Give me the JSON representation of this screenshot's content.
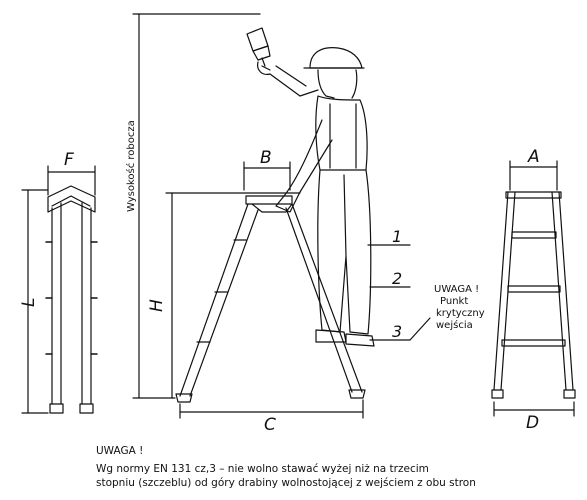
{
  "labels": {
    "F": "F",
    "L": "L",
    "B": "B",
    "H": "H",
    "C": "C",
    "A": "A",
    "D": "D",
    "working_height": "Wysokość robocza"
  },
  "steps": [
    "1",
    "2",
    "3"
  ],
  "warning_callout": [
    "UWAGA !",
    "Punkt",
    "krytyczny",
    "wejścia"
  ],
  "bottom_note": {
    "title": "UWAGA !",
    "line1": "Wg normy EN 131 cz,3 – nie wolno stawać wyżej niż na trzecim",
    "line2": "stopniu (szczeblu) od góry drabiny wolnostojącej z wejściem z obu stron"
  },
  "colors": {
    "line": "#111111",
    "background": "#ffffff"
  }
}
